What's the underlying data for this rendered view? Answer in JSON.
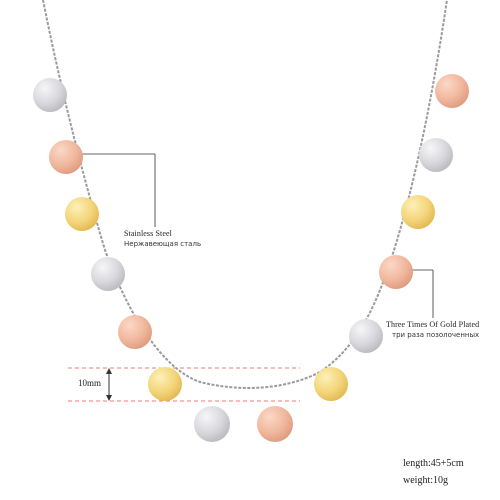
{
  "annotations": {
    "stainless": {
      "en": "Stainless Steel",
      "ru": "Нержавеющая сталь"
    },
    "gold": {
      "en": "Three Times Of Gold Plated",
      "ru": "три раза позолоченных"
    },
    "dimension": "10mm"
  },
  "specs": {
    "length": "length:45+5cm",
    "weight": "weight:10g"
  },
  "colors": {
    "silver": "#d9d9dc",
    "rose": "#f0b9a0",
    "gold": "#f5d67a",
    "chain": "#9a9a9a",
    "guide": "#f07a7a"
  }
}
